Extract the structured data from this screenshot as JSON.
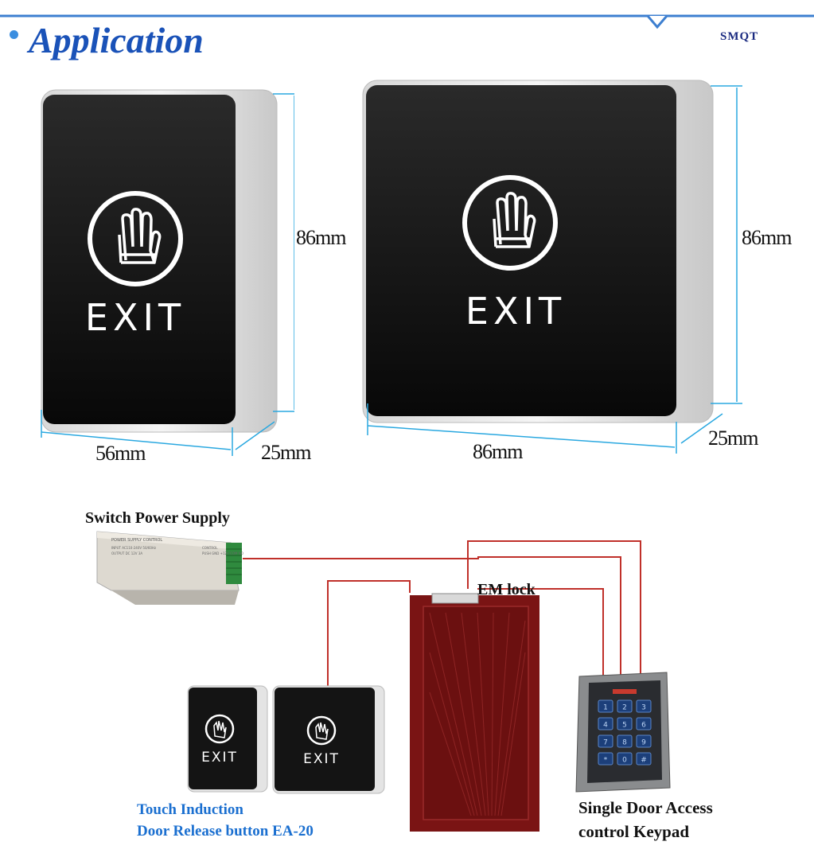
{
  "header": {
    "title": "Application",
    "brand": "SMQT"
  },
  "product_large_left": {
    "label": "EXIT",
    "width": "56mm",
    "height": "86mm",
    "depth": "25mm"
  },
  "product_large_right": {
    "label": "EXIT",
    "width": "86mm",
    "height": "86mm",
    "depth": "25mm"
  },
  "wiring": {
    "power_supply_label": "Switch Power Supply",
    "power_supply_plate": {
      "line1": "POWER SUPPLY CONTROL",
      "line2": "INPUT AC110-240V 50/60Hz",
      "line3": "OUTPUT DC 12V 3A",
      "line4": "CONTROL",
      "line5": "PUSH GND +12V COM NO"
    },
    "em_lock_label": "EM lock",
    "button_small_left_label": "EXIT",
    "button_small_right_label": "EXIT",
    "button_caption_line1": "Touch Induction",
    "button_caption_line2": "Door Release button EA-20",
    "keypad_caption_line1": "Single Door Access",
    "keypad_caption_line2": "control Keypad",
    "keypad_keys": [
      "1",
      "2",
      "3",
      "4",
      "5",
      "6",
      "7",
      "8",
      "9",
      "*",
      "0",
      "#"
    ],
    "colors": {
      "wire": "#c0302a",
      "door": "#7a1414",
      "dimension": "#2aa8e0"
    }
  }
}
